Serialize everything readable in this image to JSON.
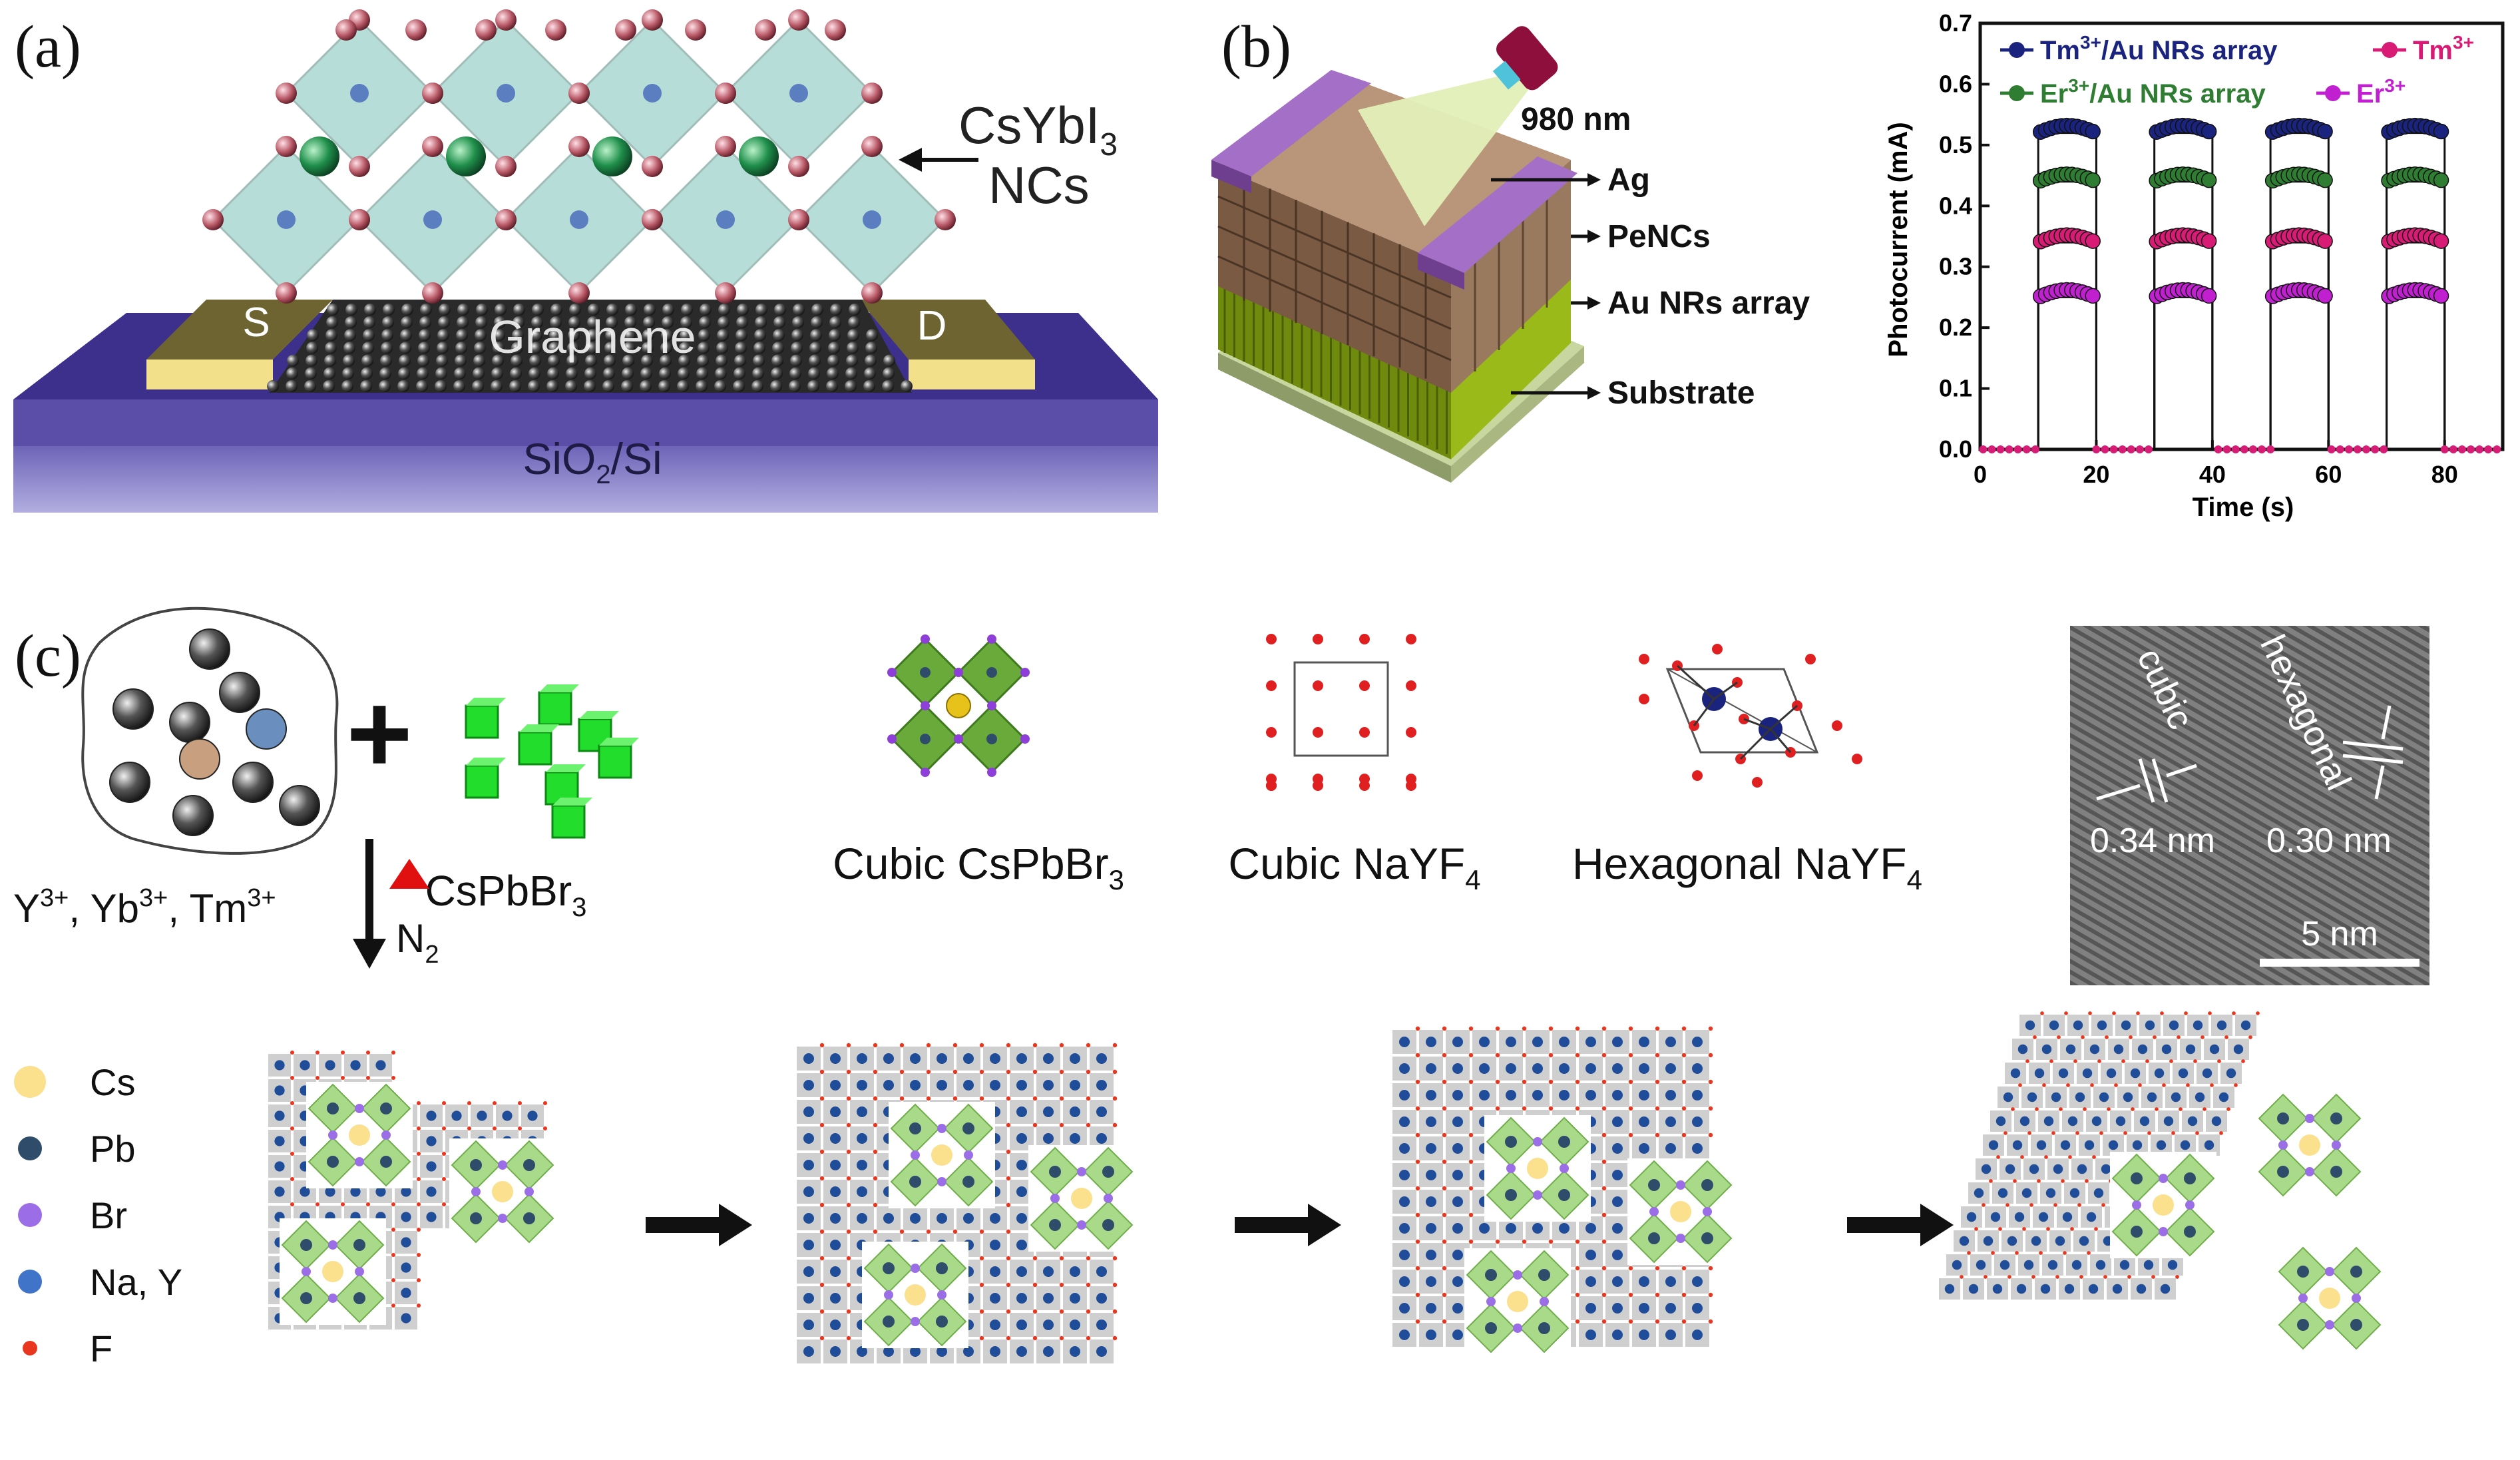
{
  "panels": {
    "a": {
      "label": "(a)",
      "material": "CsYbI",
      "material_sub": "3",
      "material_line2": "NCs",
      "source": "S",
      "drain": "D",
      "channel": "Graphene",
      "substrate_main": "SiO",
      "substrate_sub": "2",
      "substrate_tail": "/Si"
    },
    "b": {
      "label": "(b)",
      "laser": "980 nm",
      "layers": [
        "Ag",
        "PeNCs",
        "Au NRs array",
        "Substrate"
      ]
    },
    "c": {
      "label": "(c)",
      "ions": "Y3+, Yb3+, Tm3+",
      "ions_parts": [
        [
          "Y",
          "3+"
        ],
        [
          ", Yb",
          "3+"
        ],
        [
          ", Tm",
          "3+"
        ]
      ],
      "plus": "+",
      "perovskite": "CsPbBr",
      "perovskite_sub": "3",
      "gas": "N",
      "gas_sub": "2",
      "structures": [
        {
          "name": "Cubic CsPbBr",
          "sub": "3"
        },
        {
          "name": "Cubic NaYF",
          "sub": "4"
        },
        {
          "name": "Hexagonal NaYF",
          "sub": "4"
        }
      ],
      "tem": {
        "label_cubic": "cubic",
        "label_hex": "hexagonal",
        "d1": "0.34 nm",
        "d2": "0.30 nm",
        "scale": "5 nm"
      },
      "legend": [
        {
          "name": "Cs",
          "color": "#fbe08e"
        },
        {
          "name": "Pb",
          "color": "#2f4d6b"
        },
        {
          "name": "Br",
          "color": "#9b6ee8"
        },
        {
          "name": "Na, Y",
          "color": "#3f74c9"
        },
        {
          "name": "F",
          "color": "#e8361f"
        }
      ]
    }
  },
  "chart_data": {
    "type": "line",
    "xlabel": "Time (s)",
    "ylabel": "Photocurrent (mA)",
    "xlim": [
      0,
      90
    ],
    "ylim": [
      0,
      0.7
    ],
    "xticks": [
      0,
      20,
      40,
      60,
      80
    ],
    "yticks": [
      0.0,
      0.1,
      0.2,
      0.3,
      0.4,
      0.5,
      0.6,
      0.7
    ],
    "on_intervals": [
      [
        10,
        20
      ],
      [
        30,
        40
      ],
      [
        50,
        60
      ],
      [
        70,
        80
      ]
    ],
    "legend_position": "top",
    "series": [
      {
        "name": "Tm3+/Au NRs array",
        "on_value": 0.52,
        "off_value": 0.0,
        "color": "#1a237e"
      },
      {
        "name": "Tm3+",
        "on_value": 0.34,
        "off_value": 0.0,
        "color": "#d81b75"
      },
      {
        "name": "Er3+/Au NRs array",
        "on_value": 0.44,
        "off_value": 0.0,
        "color": "#2e7d32"
      },
      {
        "name": "Er3+",
        "on_value": 0.25,
        "off_value": 0.0,
        "color": "#c020d0"
      }
    ],
    "legend_parts": [
      {
        "base": "Tm",
        "sup": "3+",
        "tail": "/Au NRs array"
      },
      {
        "base": "Tm",
        "sup": "3+",
        "tail": ""
      },
      {
        "base": "Er",
        "sup": "3+",
        "tail": "/Au NRs array"
      },
      {
        "base": "Er",
        "sup": "3+",
        "tail": ""
      }
    ]
  }
}
